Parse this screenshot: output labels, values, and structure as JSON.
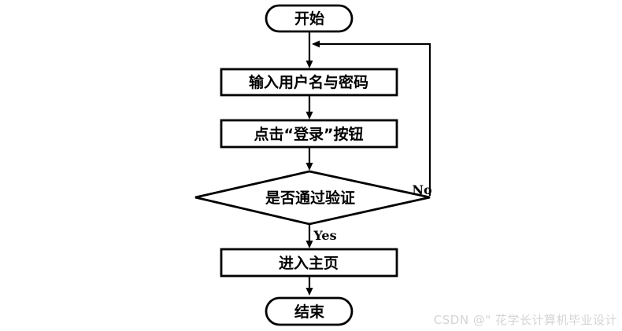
{
  "diagram": {
    "type": "flowchart",
    "subject": "login-process",
    "nodes": [
      {
        "id": "start",
        "type": "terminator",
        "label": "开始"
      },
      {
        "id": "input",
        "type": "process",
        "label": "输入用户名与密码"
      },
      {
        "id": "click",
        "type": "process",
        "label": "点击“登录”按钮"
      },
      {
        "id": "verify",
        "type": "decision",
        "label": "是否通过验证"
      },
      {
        "id": "home",
        "type": "process",
        "label": "进入主页"
      },
      {
        "id": "end",
        "type": "terminator",
        "label": "结束"
      }
    ],
    "edges": [
      {
        "from": "start",
        "to": "input",
        "label": ""
      },
      {
        "from": "input",
        "to": "click",
        "label": ""
      },
      {
        "from": "click",
        "to": "verify",
        "label": ""
      },
      {
        "from": "verify",
        "to": "home",
        "label": "Yes"
      },
      {
        "from": "verify",
        "to": "input",
        "label": "No"
      },
      {
        "from": "home",
        "to": "end",
        "label": ""
      }
    ]
  },
  "watermark": {
    "text": "CSDN @\" 花学长计算机毕业设计"
  },
  "colors": {
    "stroke": "#000000",
    "background": "#ffffff",
    "shape_fill": "#ffffff",
    "watermark": "#d4d4d4"
  }
}
